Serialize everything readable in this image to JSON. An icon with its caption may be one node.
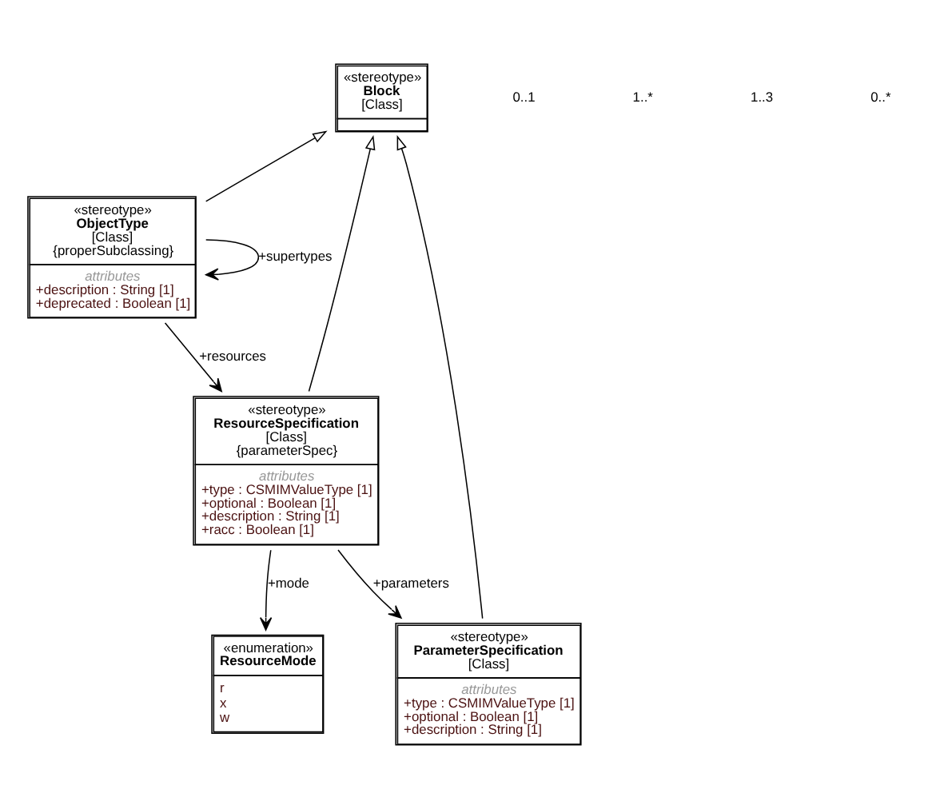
{
  "diagram": {
    "nodes": [
      {
        "text": [
          "«stereotype»",
          "ObjectType",
          "[Class]",
          "{properSubclassing}",
          "attributes",
          "+description : String [1]",
          "+deprecated : Boolean [1]"
        ]
      },
      {
        "text": [
          "«stereotype»",
          "Block",
          "[Class]"
        ]
      },
      {
        "text": [
          "«stereotype»",
          "ResourceSpecification",
          "[Class]",
          "{parameterSpec}",
          "attributes",
          "+type : CSMIMValueType [1]",
          "+optional : Boolean [1]",
          "+description : String [1]",
          "+racc : Boolean [1]"
        ]
      },
      {
        "text": [
          "«enumeration»",
          "ResourceMode",
          "r",
          "x",
          "w"
        ]
      },
      {
        "text": [
          "«stereotype»",
          "ParameterSpecification",
          "[Class]",
          "attributes",
          "+type : CSMIMValueType [1]",
          "+optional : Boolean [1]",
          "+description : String [1]"
        ]
      }
    ],
    "edges": [
      {
        "from": 0,
        "to": 0,
        "arrow": "to",
        "label": "+supertypes"
      },
      {
        "from": 0,
        "to": 1,
        "arrow": "to"
      },
      {
        "from": 0,
        "to": 2,
        "arrow": "to",
        "label": "+resources"
      },
      {
        "from": 2,
        "to": 1,
        "arrow": "to"
      },
      {
        "from": 2,
        "to": 3,
        "arrow": "to",
        "label": "+mode"
      },
      {
        "from": 2,
        "to": 4,
        "arrow": "to",
        "label": "+parameters"
      },
      {
        "from": 4,
        "to": 1,
        "arrow": "to"
      }
    ],
    "labels": [
      "0..1",
      "1..*",
      "1..3",
      "0..*"
    ]
  }
}
